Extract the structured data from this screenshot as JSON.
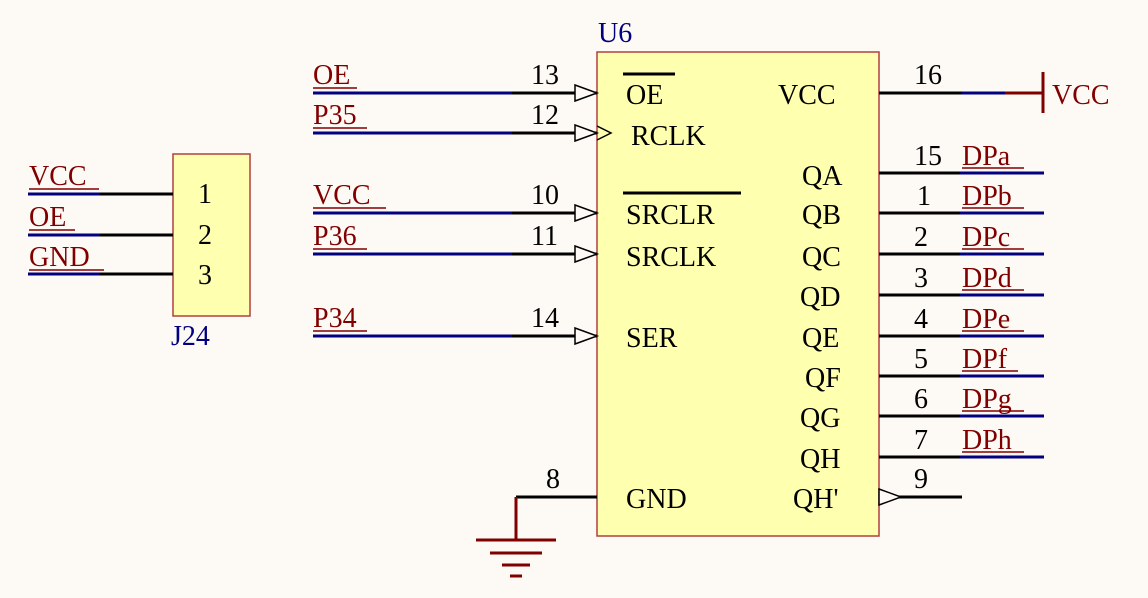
{
  "colors": {
    "background": "#fdfaf5",
    "component_fill": "#ffffb0",
    "component_border": "#b04040",
    "wire": "#000080",
    "pin_line": "#000000",
    "net_label": "#800000",
    "designator": "#000080",
    "power_symbol": "#800000"
  },
  "j24": {
    "designator": "J24",
    "pins": [
      {
        "number": "1",
        "net": "VCC"
      },
      {
        "number": "2",
        "net": "OE"
      },
      {
        "number": "3",
        "net": "GND"
      }
    ]
  },
  "u6": {
    "designator": "U6",
    "left_pins": [
      {
        "name": "OE",
        "number": "13",
        "net": "OE",
        "inverted": true
      },
      {
        "name": "RCLK",
        "number": "12",
        "net": "P35",
        "inverted": false
      },
      {
        "name": "SRCLR",
        "number": "10",
        "net": "VCC",
        "inverted": true
      },
      {
        "name": "SRCLK",
        "number": "11",
        "net": "P36",
        "inverted": false
      },
      {
        "name": "SER",
        "number": "14",
        "net": "P34",
        "inverted": false
      },
      {
        "name": "GND",
        "number": "8",
        "net": "",
        "inverted": false
      }
    ],
    "right_pins": [
      {
        "name": "VCC",
        "number": "16",
        "net": "VCC"
      },
      {
        "name": "QA",
        "number": "15",
        "net": "DPa"
      },
      {
        "name": "QB",
        "number": "1",
        "net": "DPb"
      },
      {
        "name": "QC",
        "number": "2",
        "net": "DPc"
      },
      {
        "name": "QD",
        "number": "3",
        "net": "DPd"
      },
      {
        "name": "QE",
        "number": "4",
        "net": "DPe"
      },
      {
        "name": "QF",
        "number": "5",
        "net": "DPf"
      },
      {
        "name": "QG",
        "number": "6",
        "net": "DPg"
      },
      {
        "name": "QH",
        "number": "7",
        "net": "DPh"
      },
      {
        "name": "QH'",
        "number": "9",
        "net": ""
      }
    ]
  },
  "power": {
    "vcc_label": "VCC"
  }
}
